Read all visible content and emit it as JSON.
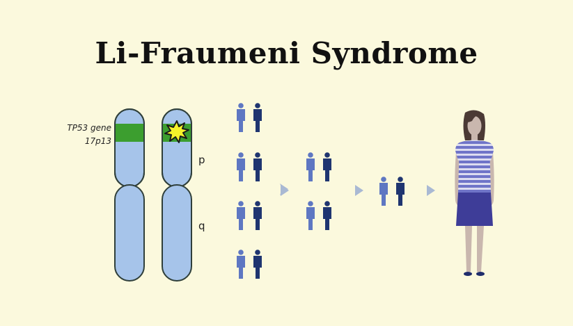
{
  "title": "Li-Fraumeni Syndrome",
  "gene_label": {
    "line1": "TP53 gene",
    "line2": "17p13"
  },
  "arm_labels": {
    "p": "p",
    "q": "q"
  },
  "generations": [
    {
      "name": "generation-1",
      "pairs": 4
    },
    {
      "name": "generation-2",
      "pairs": 2
    },
    {
      "name": "generation-3",
      "pairs": 1
    }
  ],
  "colors": {
    "background": "#fbf9dd",
    "chromosome_fill": "#a6c4ea",
    "chromosome_outline": "#2f3f3a",
    "gene_band": "#3c9e2f",
    "mutation_star": "#f5f22a",
    "person_light": "#5e77c2",
    "person_dark": "#1f3570",
    "arrow": "#a9b9d3",
    "woman_skin": "#c9b7ae",
    "woman_hair": "#4b3a35",
    "woman_shirt": "#6f74c8",
    "woman_skirt": "#3e3d98"
  },
  "icons": [
    "chromosome-icon",
    "mutation-star-icon",
    "person-icon",
    "arrow-right-icon",
    "woman-figure-icon"
  ]
}
